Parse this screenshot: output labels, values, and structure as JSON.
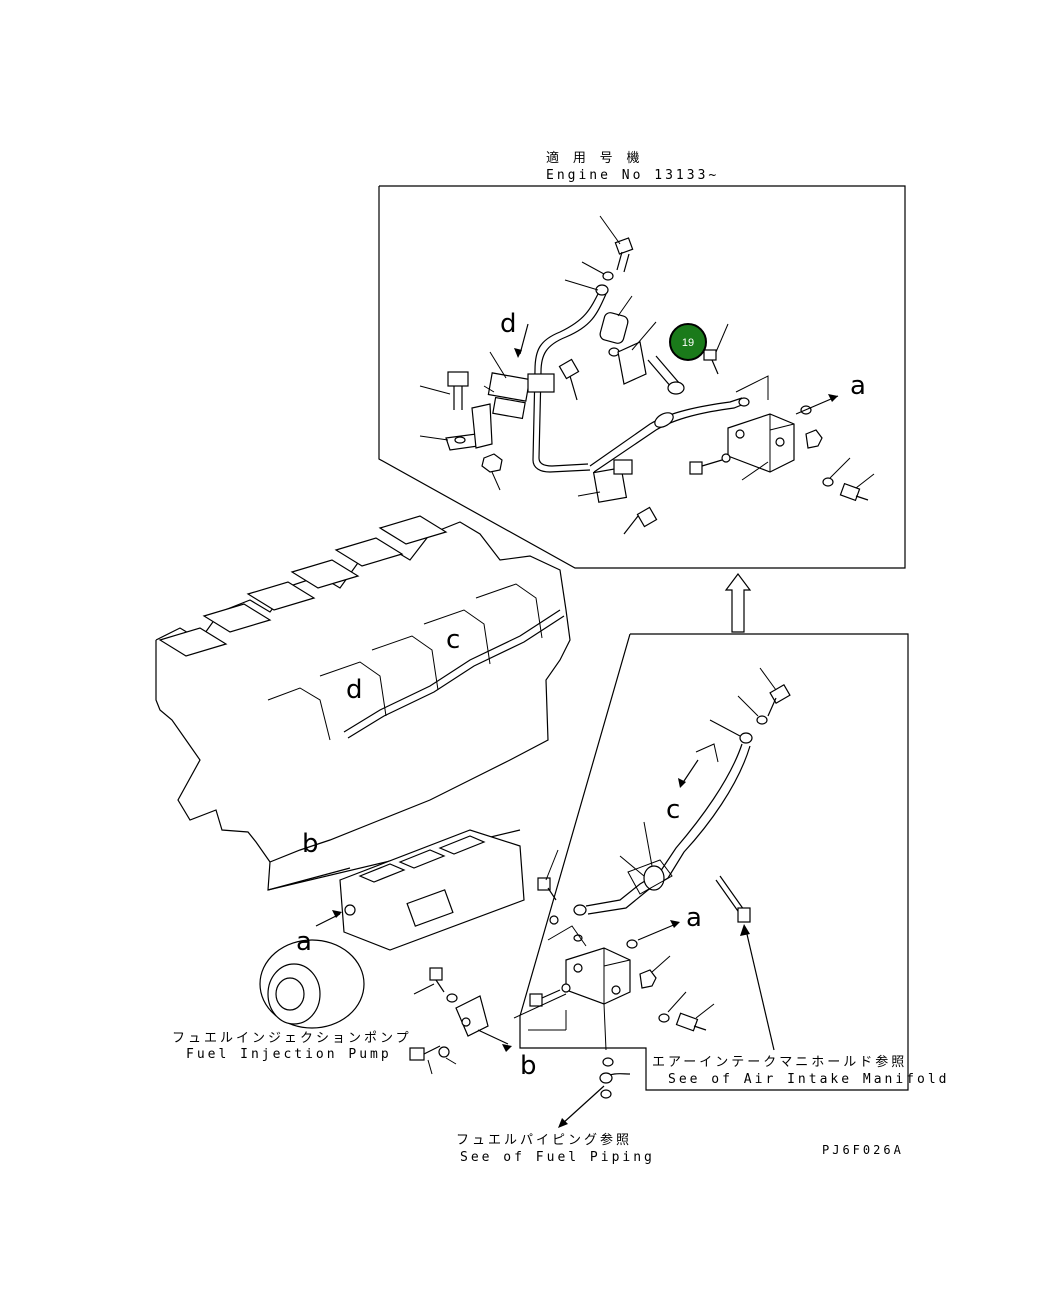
{
  "header": {
    "applicable_jp": "適 用 号 機",
    "engine_no": "Engine No 13133~"
  },
  "callout": {
    "number": "19",
    "color": "#1a7a1a",
    "ring_color": "#000000"
  },
  "refs": {
    "fuel_injection_pump_jp": "フュエルインジェクションポンプ",
    "fuel_injection_pump_en": "Fuel Injection Pump",
    "air_intake_jp": "エアーインテークマニホールド参照",
    "air_intake_en": "See of Air Intake Manifold",
    "fuel_piping_jp": "フュエルパイピング参照",
    "fuel_piping_en": "See of Fuel Piping"
  },
  "letters": {
    "a1": "a",
    "a2": "a",
    "a3": "a",
    "b1": "b",
    "b2": "b",
    "c1": "c",
    "c2": "c",
    "d1": "d",
    "d2": "d"
  },
  "drawing_code": "PJ6F026A"
}
